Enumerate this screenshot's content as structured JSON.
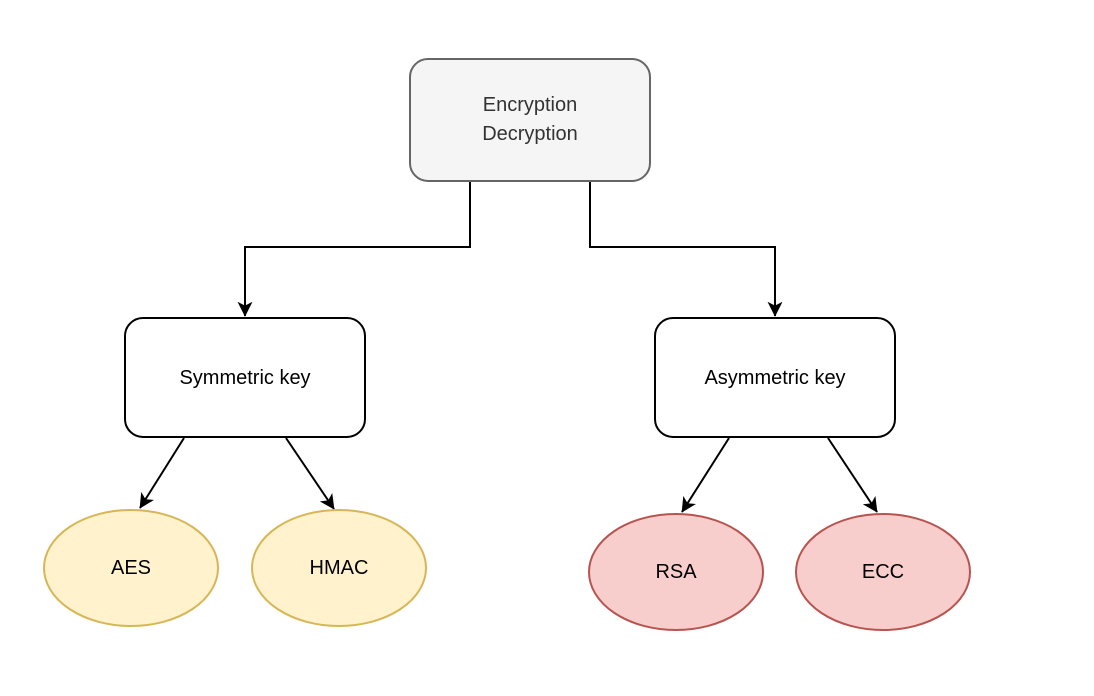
{
  "diagram": {
    "type": "tree",
    "background": "#ffffff",
    "edge_color": "#000000",
    "nodes": {
      "root": {
        "shape": "rounded-rectangle",
        "label_lines": [
          "Encryption",
          "Decryption"
        ],
        "fill": "#f5f5f5",
        "stroke": "#666666",
        "text_color": "#333333"
      },
      "symmetric": {
        "shape": "rounded-rectangle",
        "label": "Symmetric key",
        "fill": "#ffffff",
        "stroke": "#000000",
        "text_color": "#000000"
      },
      "asymmetric": {
        "shape": "rounded-rectangle",
        "label": "Asymmetric key",
        "fill": "#ffffff",
        "stroke": "#000000",
        "text_color": "#000000"
      },
      "aes": {
        "shape": "ellipse",
        "label": "AES",
        "fill": "#fff2cc",
        "stroke": "#d6b656",
        "text_color": "#000000"
      },
      "hmac": {
        "shape": "ellipse",
        "label": "HMAC",
        "fill": "#fff2cc",
        "stroke": "#d6b656",
        "text_color": "#000000"
      },
      "rsa": {
        "shape": "ellipse",
        "label": "RSA",
        "fill": "#f8cecc",
        "stroke": "#b85450",
        "text_color": "#000000"
      },
      "ecc": {
        "shape": "ellipse",
        "label": "ECC",
        "fill": "#f8cecc",
        "stroke": "#b85450",
        "text_color": "#000000"
      }
    },
    "edges": [
      {
        "from": "root",
        "to": "symmetric",
        "style": "orthogonal",
        "arrowhead": "classic"
      },
      {
        "from": "root",
        "to": "asymmetric",
        "style": "orthogonal",
        "arrowhead": "classic"
      },
      {
        "from": "symmetric",
        "to": "aes",
        "style": "straight",
        "arrowhead": "classic"
      },
      {
        "from": "symmetric",
        "to": "hmac",
        "style": "straight",
        "arrowhead": "classic"
      },
      {
        "from": "asymmetric",
        "to": "rsa",
        "style": "straight",
        "arrowhead": "classic"
      },
      {
        "from": "asymmetric",
        "to": "ecc",
        "style": "straight",
        "arrowhead": "classic"
      }
    ]
  }
}
